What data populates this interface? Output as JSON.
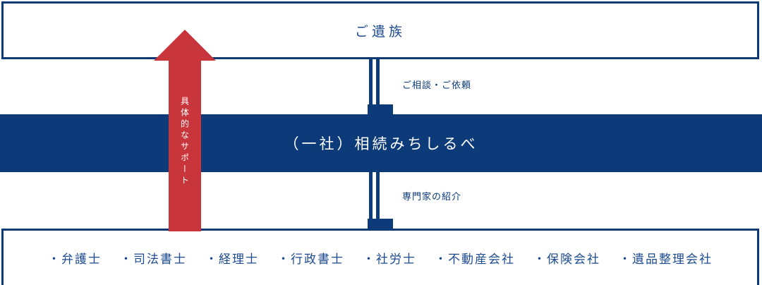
{
  "diagram": {
    "type": "flow-diagram",
    "colors": {
      "navy": "#0d3b7a",
      "navy_border": "#0b3a77",
      "text_blue": "#1c4a8f",
      "red": "#c8353a",
      "white": "#ffffff"
    },
    "top_box": {
      "label": "ご遺族"
    },
    "center_bar": {
      "label": "（一社）相続みちしるべ"
    },
    "bottom_box": {
      "items": [
        {
          "label": "・弁護士"
        },
        {
          "label": "・司法書士"
        },
        {
          "label": "・経理士"
        },
        {
          "label": "・行政書士"
        },
        {
          "label": "・社労士"
        },
        {
          "label": "・不動産会社"
        },
        {
          "label": "・保険会社"
        },
        {
          "label": "・遺品整理会社"
        }
      ]
    },
    "red_arrow": {
      "label": "具体的なサポート",
      "direction": "up"
    },
    "connectors": {
      "upper": {
        "caption": "ご相談・ご依頼",
        "direction": "down"
      },
      "lower": {
        "caption": "専門家の紹介",
        "direction": "down"
      }
    }
  }
}
